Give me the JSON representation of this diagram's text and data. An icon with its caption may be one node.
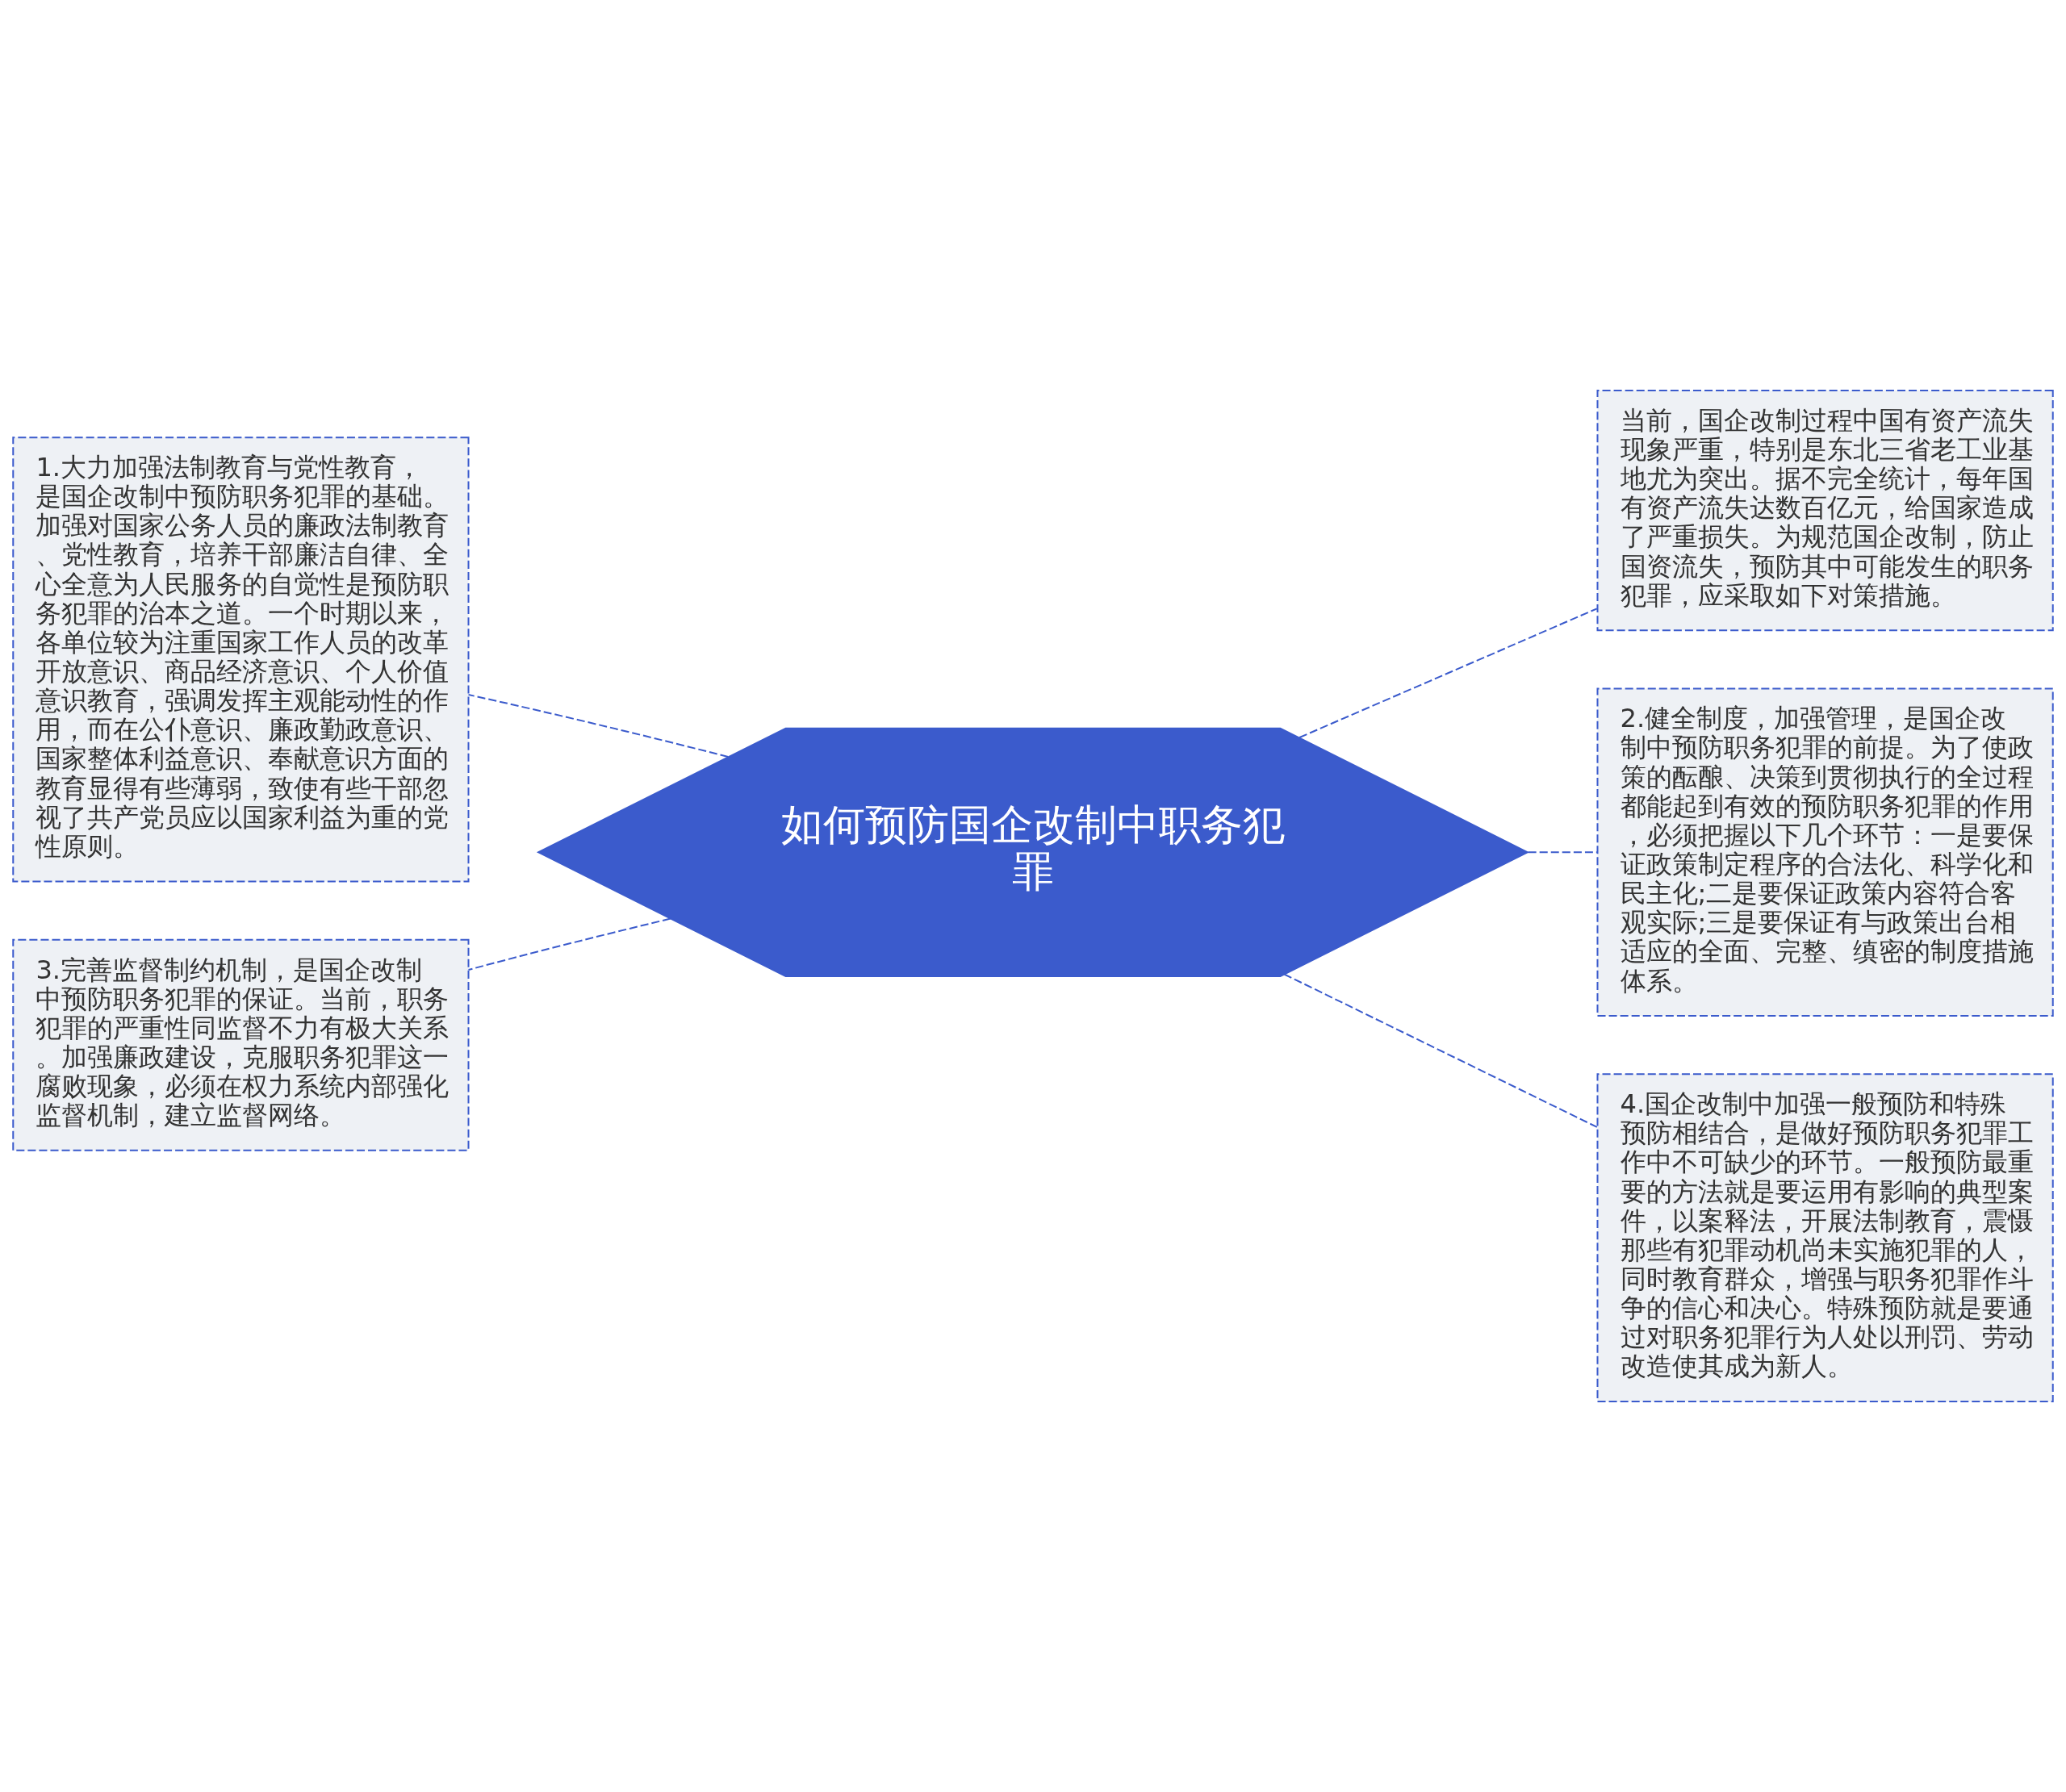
{
  "diagram": {
    "nodes": [
      {
        "text": [
          "如何预防国企改制中职务犯罪"
        ]
      },
      {
        "text": [
          "1.大力加强法制教育与党性教育，是国企改制中预防职务犯罪的基础。加强对国家公务人员的廉政法制教育、党性教育，培养干部廉洁自律、全心全意为人民服务的自觉性是预防职务犯罪的治本之道。一个时期以来，各单位较为注重国家工作人员的改革开放意识、商品经济意识、个人价值意识教育，强调发挥主观能动性的作用，而在公仆意识、廉政勤政意识、国家整体利益意识、奉献意识方面的教育显得有些薄弱，致使有些干部忽视了共产党员应以国家利益为重的党性原则。"
        ]
      },
      {
        "text": [
          "3.完善监督制约机制，是国企改制中预防职务犯罪的保证。当前，职务犯罪的严重性同监督不力有极大关系。加强廉政建设，克服职务犯罪这一腐败现象，必须在权力系统内部强化监督机制，建立监督网络。"
        ]
      },
      {
        "text": [
          "当前，国企改制过程中国有资产流失现象严重，特别是东北三省老工业基地尤为突出。据不完全统计，每年国有资产流失达数百亿元，给国家造成了严重损失。为规范国企改制，防止国资流失，预防其中可能发生的职务犯罪，应采取如下对策措施。"
        ]
      },
      {
        "text": [
          "2.健全制度，加强管理，是国企改制中预防职务犯罪的前提。为了使政策的酝酿、决策到贯彻执行的全过程都能起到有效的预防职务犯罪的作用，必须把握以下几个环节：一是要保证政策制定程序的合法化、科学化和民主化;二是要保证政策内容符合客观实际;三是要保证有与政策出台相适应的全面、完整、缜密的制度措施体系。"
        ]
      },
      {
        "text": [
          "4.国企改制中加强一般预防和特殊预防相结合，是做好预防职务犯罪工作中不可缺少的环节。一般预防最重要的方法就是要运用有影响的典型案件，以案释法，开展法制教育，震慑那些有犯罪动机尚未实施犯罪的人，同时教育群众，增强与职务犯罪作斗争的信心和决心。特殊预防就是要通过对职务犯罪行为人处以刑罚、劳动改造使其成为新人。"
        ]
      }
    ],
    "edges": [
      {
        "from": 0,
        "to": 1,
        "arrow": "none",
        "style": "dashed"
      },
      {
        "from": 0,
        "to": 2,
        "arrow": "none",
        "style": "dashed"
      },
      {
        "from": 0,
        "to": 3,
        "arrow": "none",
        "style": "dashed"
      },
      {
        "from": 0,
        "to": 4,
        "arrow": "none",
        "style": "dashed"
      },
      {
        "from": 0,
        "to": 5,
        "arrow": "none",
        "style": "dashed"
      }
    ]
  }
}
